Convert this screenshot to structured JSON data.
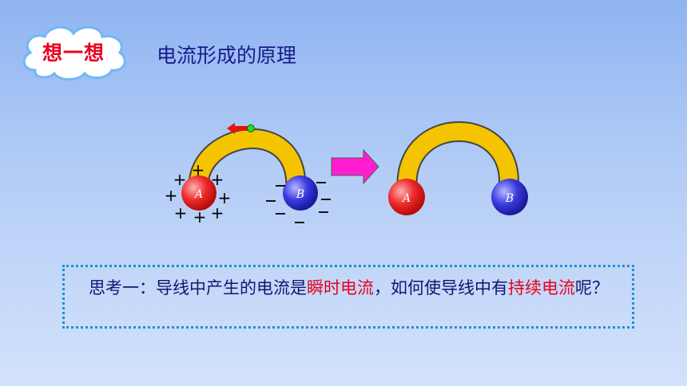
{
  "badge": {
    "label": "想一想"
  },
  "title": "电流形成的原理",
  "diagram": {
    "left": {
      "ball_a_label": "A",
      "ball_b_label": "B"
    },
    "right": {
      "ball_a_label": "A",
      "ball_b_label": "B"
    }
  },
  "question": {
    "part1": "思考一：导线中产生的电流是",
    "highlight1": "瞬时电流",
    "part2": "，如何使导线中有",
    "highlight2": "持续电流",
    "part3": "呢？"
  },
  "colors": {
    "accent_red": "#e8001e",
    "title_blue": "#1a1a8c",
    "wire_yellow": "#f5c400",
    "arrow_magenta": "#ff1fd0",
    "ball_red": "#ee2a2a",
    "ball_blue": "#3a3ae0"
  }
}
